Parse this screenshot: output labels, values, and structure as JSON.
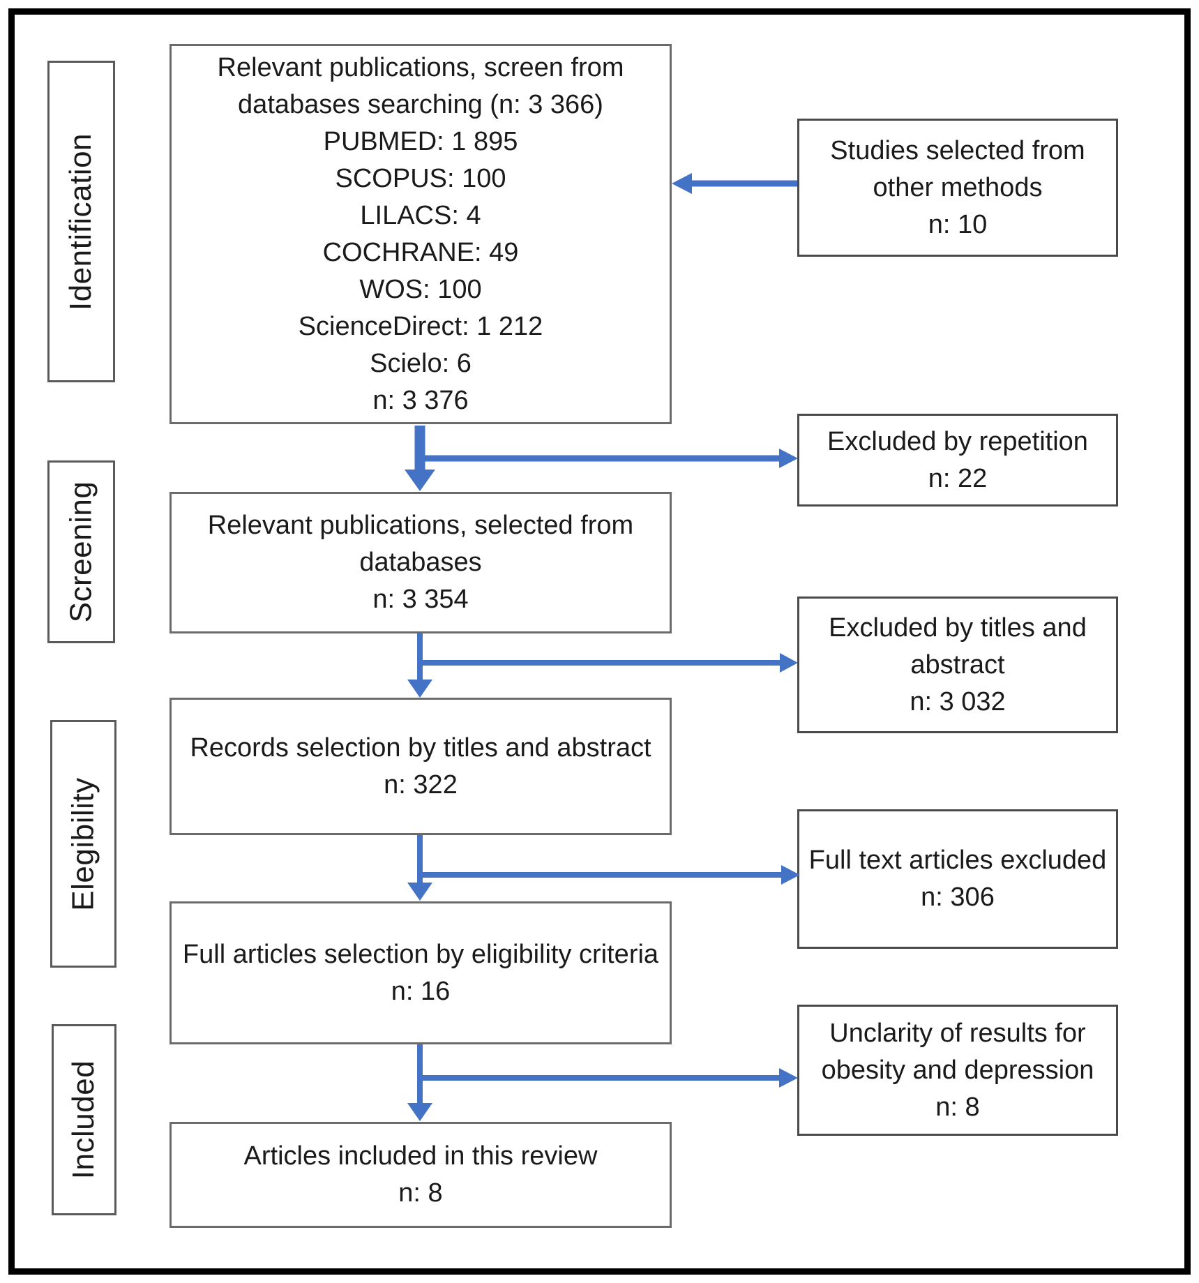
{
  "diagram": {
    "type": "prisma-flowchart",
    "colors": {
      "arrow": "#4472C4",
      "frame": "#000000",
      "main_border": "#6b6b6b",
      "side_border": "#4a4a4a",
      "text": "#1a1a1a"
    },
    "stages": [
      {
        "label": "Identification"
      },
      {
        "label": "Screening"
      },
      {
        "label": "Elegibility"
      },
      {
        "label": "Included"
      }
    ],
    "main_boxes": [
      {
        "lines": [
          "Relevant publications, screen from databases searching (n: 3 366)",
          "PUBMED: 1 895",
          "SCOPUS: 100",
          "LILACS: 4",
          "COCHRANE: 49",
          "WOS: 100",
          "ScienceDirect: 1 212",
          "Scielo: 6",
          "n: 3 376"
        ]
      },
      {
        "lines": [
          "Relevant publications, selected from databases",
          "n: 3 354"
        ]
      },
      {
        "lines": [
          "Records selection by titles and abstract",
          "n: 322"
        ]
      },
      {
        "lines": [
          "Full articles selection by eligibility criteria",
          "n: 16"
        ]
      },
      {
        "lines": [
          "Articles included in this review",
          "n: 8"
        ]
      }
    ],
    "side_boxes": [
      {
        "lines": [
          "Studies selected from other methods",
          "n: 10"
        ]
      },
      {
        "lines": [
          "Excluded by repetition",
          "n: 22"
        ]
      },
      {
        "lines": [
          "Excluded by titles and abstract",
          "n: 3 032"
        ]
      },
      {
        "lines": [
          "Full text articles excluded",
          "n: 306"
        ]
      },
      {
        "lines": [
          "Unclarity of results for obesity and depression",
          "n: 8"
        ]
      }
    ]
  }
}
